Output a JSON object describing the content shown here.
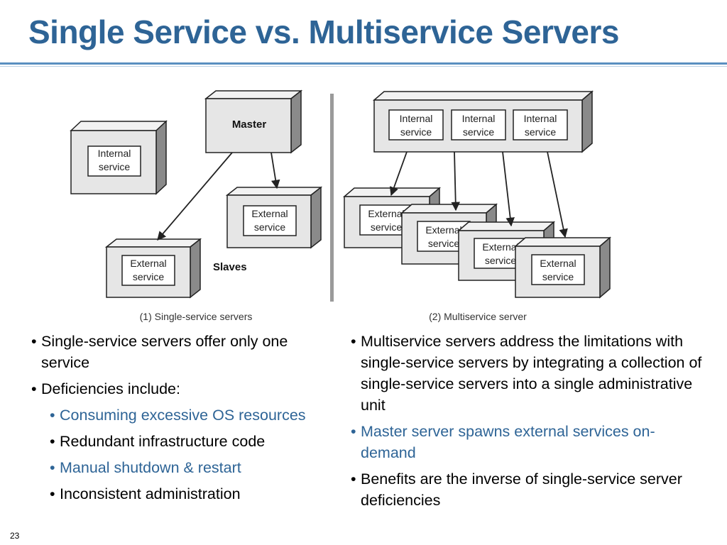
{
  "slide": {
    "title": "Single Service vs. Multiservice Servers",
    "page_number": "23",
    "accent_color": "#2e6496"
  },
  "diagram": {
    "left": {
      "master_label": "Master",
      "internal_service": [
        "Internal",
        "service"
      ],
      "external_service": [
        "External",
        "service"
      ],
      "slaves_label": "Slaves",
      "caption": "(1) Single-service servers"
    },
    "right": {
      "internal_service": [
        "Internal",
        "service"
      ],
      "external_service": [
        "External",
        "service"
      ],
      "caption": "(2) Multiservice server"
    }
  },
  "left_bullets": [
    {
      "text": "Single-service servers offer only one service",
      "level": 1,
      "accent": false
    },
    {
      "text": "Deficiencies include:",
      "level": 1,
      "accent": false
    },
    {
      "text": "Consuming excessive OS resources",
      "level": 2,
      "accent": true
    },
    {
      "text": "Redundant infrastructure code",
      "level": 2,
      "accent": false
    },
    {
      "text": "Manual shutdown & restart",
      "level": 2,
      "accent": true
    },
    {
      "text": "Inconsistent administration",
      "level": 2,
      "accent": false
    }
  ],
  "right_bullets": [
    {
      "text": "Multiservice servers address the limitations with single-service servers by integrating a collection of single-service servers into a single administrative unit",
      "level": 1,
      "accent": false
    },
    {
      "text": "Master server spawns external services on-demand",
      "level": 1,
      "accent": true
    },
    {
      "text": "Benefits are the inverse of single-service server deficiencies",
      "level": 1,
      "accent": false
    }
  ]
}
